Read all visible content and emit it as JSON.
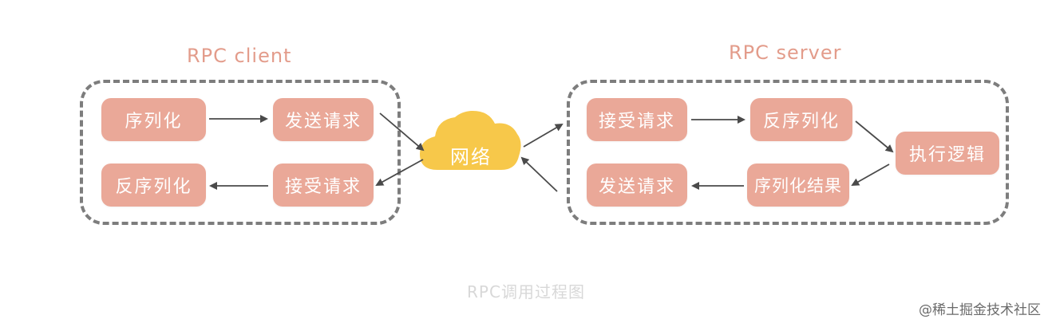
{
  "client": {
    "title": "RPC client",
    "nodes": {
      "serialize": "序列化",
      "send_request": "发送请求",
      "deserialize": "反序列化",
      "receive_request": "接受请求"
    }
  },
  "network": {
    "label": "网络"
  },
  "server": {
    "title": "RPC server",
    "nodes": {
      "receive_request": "接受请求",
      "deserialize": "反序列化",
      "execute_logic": "执行逻辑",
      "send_request": "发送请求",
      "serialize_result": "序列化结果"
    }
  },
  "caption": "RPC调用过程图",
  "watermark": "@稀土掘金技术社区",
  "colors": {
    "node_fill": "#eaa898",
    "title_text": "#e39c8b",
    "cloud_fill": "#f7c84a",
    "dash_border": "#7d7d7d",
    "arrow": "#4a4a4a",
    "caption_text": "#d8d8d8",
    "watermark_text": "#6b6b6b"
  }
}
